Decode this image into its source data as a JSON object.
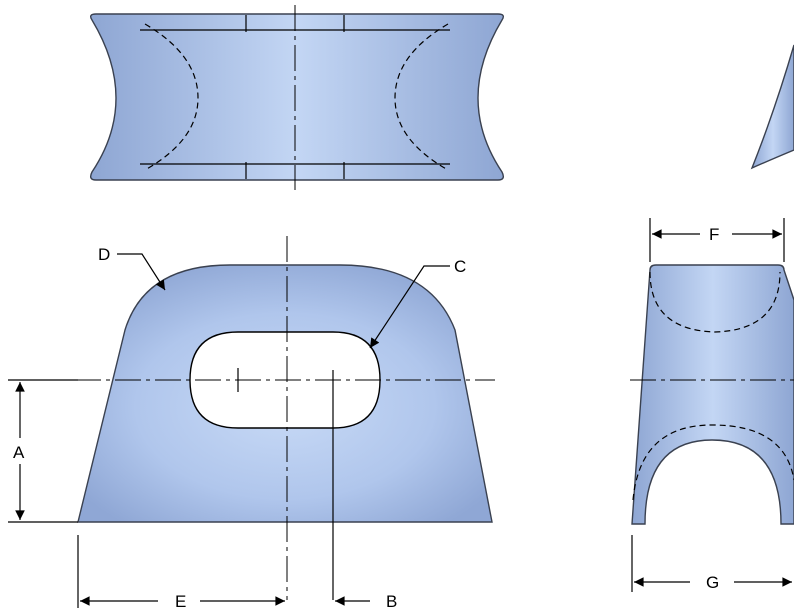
{
  "labels": {
    "A": "A",
    "B": "B",
    "C": "C",
    "D": "D",
    "E": "E",
    "F": "F",
    "G": "G"
  },
  "colors": {
    "part_fill": "#a9bfe6",
    "part_highlight": "#c6d8f5",
    "part_shadow": "#7f97c4",
    "outline": "#3a4150"
  }
}
